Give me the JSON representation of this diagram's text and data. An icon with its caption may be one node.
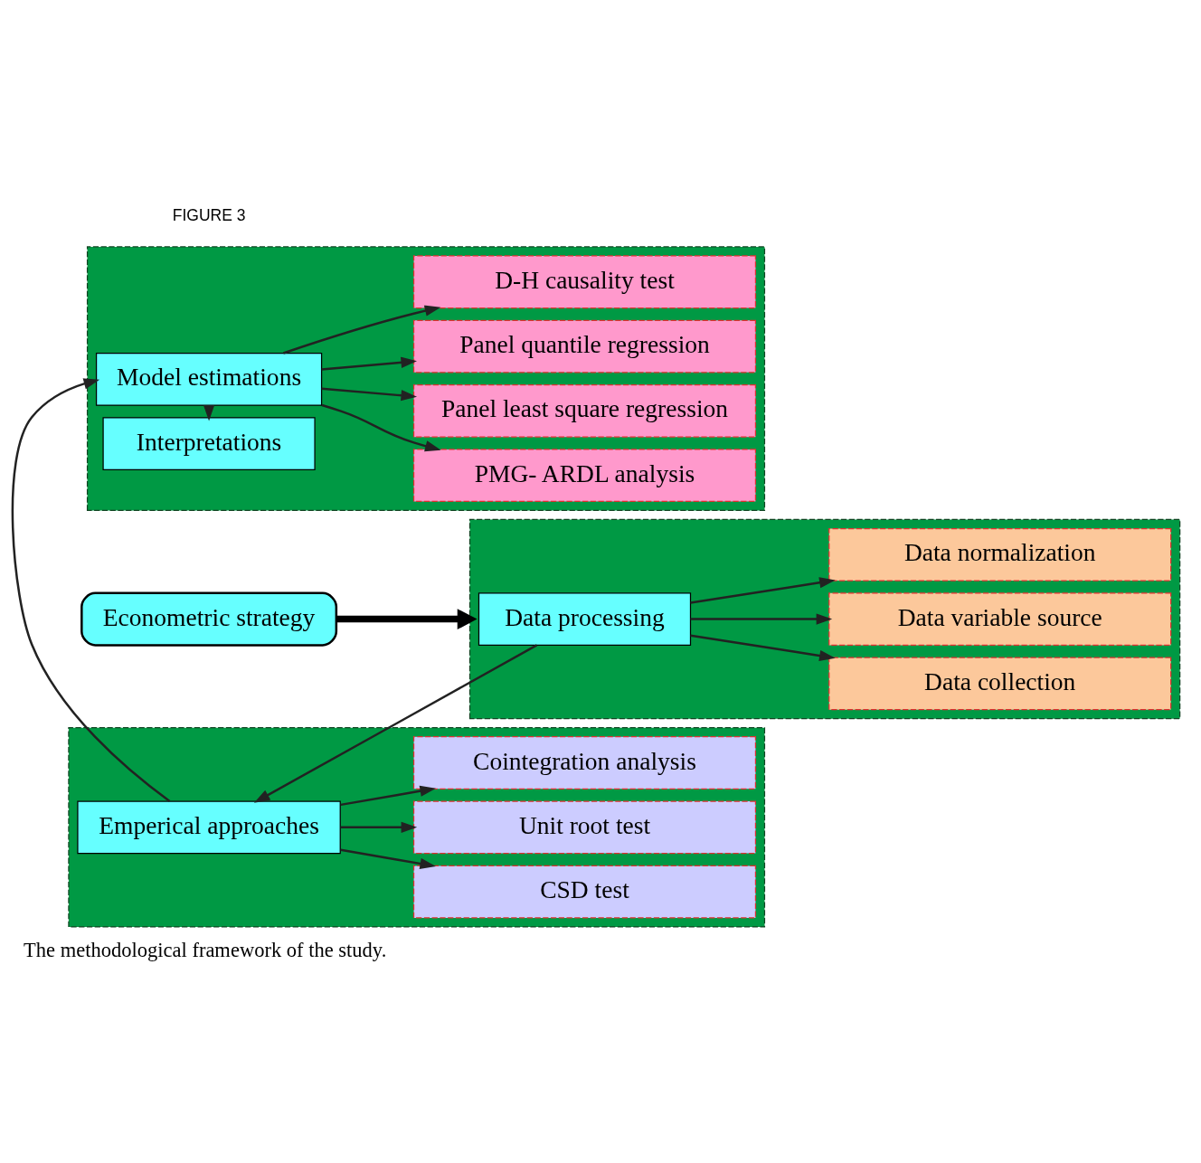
{
  "diagram": {
    "caption": "The methodological framework of the study.",
    "nodes": [
      {
        "text": [
          "Econometric strategy"
        ]
      },
      {
        "text": [],
        "shape": "box"
      },
      {
        "text": [
          "Data processing"
        ],
        "in": 1
      },
      {
        "text": [
          "Data collection"
        ],
        "in": 1
      },
      {
        "text": [
          "Data variable source"
        ],
        "in": 1
      },
      {
        "text": [
          "Data normalization"
        ],
        "in": 1
      },
      {
        "text": [],
        "shape": "box"
      },
      {
        "text": [
          "Emperical approaches"
        ],
        "in": 6
      },
      {
        "text": [
          "CSD test"
        ],
        "in": 6
      },
      {
        "text": [
          "Unit root test"
        ],
        "in": 6
      },
      {
        "text": [
          "Cointegration analysis"
        ],
        "in": 6
      },
      {
        "text": [],
        "shape": "box"
      },
      {
        "text": [
          "Model estimations"
        ],
        "in": 11
      },
      {
        "text": [
          "Interpretations"
        ],
        "in": 11
      },
      {
        "text": [
          "PMG- ARDL analysis"
        ],
        "in": 11
      },
      {
        "text": [
          "Panel least square regression"
        ],
        "in": 11
      },
      {
        "text": [
          "Panel quantile regression"
        ],
        "in": 11
      },
      {
        "text": [
          "D-H causality test"
        ],
        "in": 11
      }
    ],
    "edges": [
      {
        "from": 0,
        "to": 1,
        "arrow": "to",
        "style": "thick"
      },
      {
        "from": 2,
        "to": 3,
        "arrow": "to"
      },
      {
        "from": 2,
        "to": 4,
        "arrow": "to"
      },
      {
        "from": 2,
        "to": 5,
        "arrow": "to"
      },
      {
        "from": 2,
        "to": 7,
        "arrow": "to"
      },
      {
        "from": 7,
        "to": 8,
        "arrow": "to"
      },
      {
        "from": 7,
        "to": 9,
        "arrow": "to"
      },
      {
        "from": 7,
        "to": 10,
        "arrow": "to"
      },
      {
        "from": 7,
        "to": 12,
        "arrow": "to"
      },
      {
        "from": 12,
        "to": 14,
        "arrow": "to"
      },
      {
        "from": 12,
        "to": 15,
        "arrow": "to"
      },
      {
        "from": 12,
        "to": 16,
        "arrow": "to"
      },
      {
        "from": 12,
        "to": 17,
        "arrow": "to"
      },
      {
        "from": 12,
        "to": 13,
        "arrow": "to"
      }
    ],
    "labels": [
      "FIGURE 3"
    ]
  }
}
